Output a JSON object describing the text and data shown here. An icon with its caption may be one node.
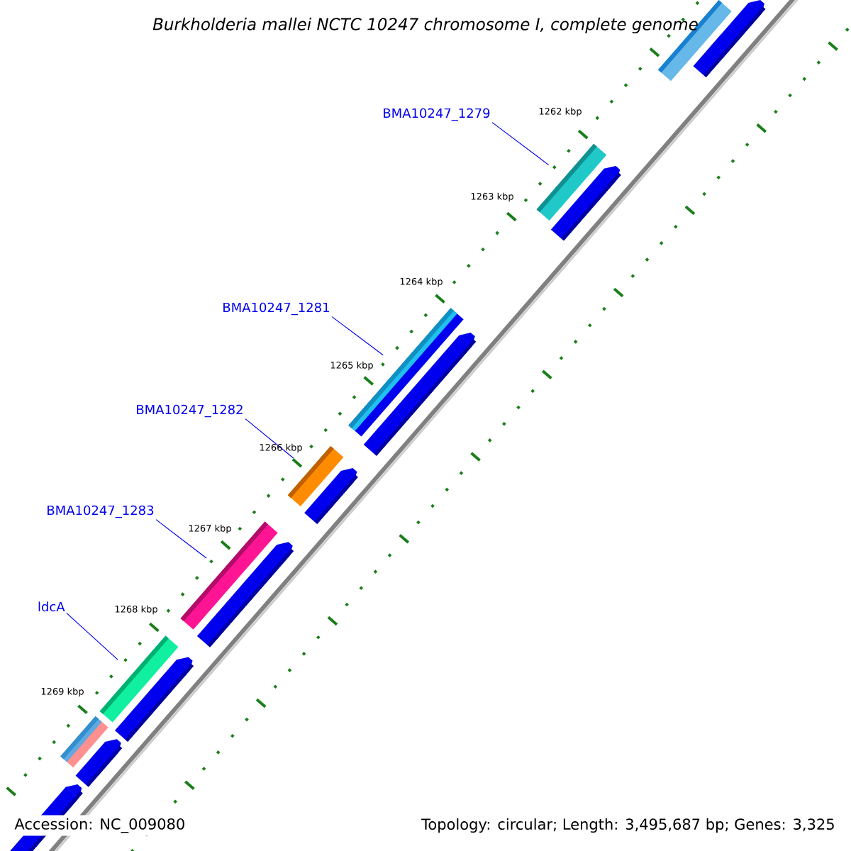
{
  "diagram": {
    "title": "Burkholderia mallei NCTC 10247 chromosome I, complete genome",
    "nodes": [
      {
        "text": [
          "BMA10247_1279"
        ]
      },
      {
        "text": [
          "BMA10247_1281"
        ]
      },
      {
        "text": [
          "BMA10247_1282"
        ]
      },
      {
        "text": [
          "BMA10247_1283"
        ]
      },
      {
        "text": [
          "ldcA"
        ]
      },
      {
        "text": [],
        "shape": "bar"
      },
      {
        "text": [],
        "shape": "bar"
      },
      {
        "text": [],
        "shape": "bar"
      },
      {
        "text": [],
        "shape": "bar"
      },
      {
        "text": [],
        "shape": "bar"
      },
      {
        "text": [],
        "shape": "bar"
      },
      {
        "text": [],
        "shape": "bar"
      },
      {
        "text": [],
        "shape": "arrow"
      },
      {
        "text": [],
        "shape": "arrow"
      },
      {
        "text": [],
        "shape": "arrow"
      },
      {
        "text": [],
        "shape": "arrow"
      },
      {
        "text": [],
        "shape": "arrow"
      },
      {
        "text": [],
        "shape": "arrow"
      },
      {
        "text": [],
        "shape": "arrow"
      },
      {
        "text": [],
        "shape": "arrow"
      }
    ],
    "edges": [
      {
        "from": 0,
        "to": 6,
        "arrow": "none"
      },
      {
        "from": 1,
        "to": 7,
        "arrow": "none"
      },
      {
        "from": 2,
        "to": 8,
        "arrow": "none"
      },
      {
        "from": 3,
        "to": 9,
        "arrow": "none"
      },
      {
        "from": 4,
        "to": 10,
        "arrow": "none"
      }
    ],
    "labels": [
      "1262 kbp",
      "1263 kbp",
      "1264 kbp",
      "1265 kbp",
      "1266 kbp",
      "1267 kbp",
      "1268 kbp",
      "1269 kbp",
      "Accession: NC_009080",
      "Topology: circular; Length: 3,495,687 bp; Genes: 3,325"
    ]
  }
}
